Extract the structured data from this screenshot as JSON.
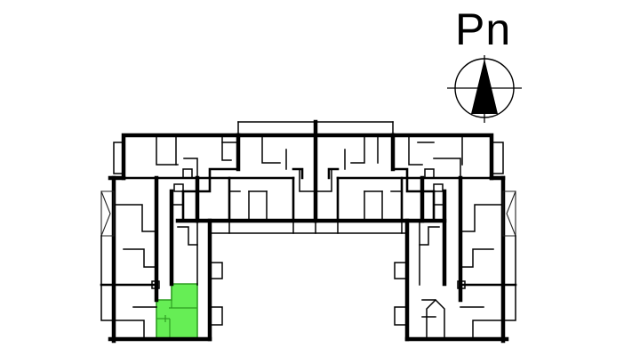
{
  "compass": {
    "label": "Pn",
    "icon": "north-arrow-icon"
  },
  "floor_plan": {
    "description": "Building floor plan, U-shaped layout",
    "highlighted_unit": {
      "name": "selected-apartment",
      "color": "#66ee55",
      "border_color": "#2e9e22"
    },
    "colors": {
      "walls": "#000000",
      "background": "#ffffff"
    }
  }
}
